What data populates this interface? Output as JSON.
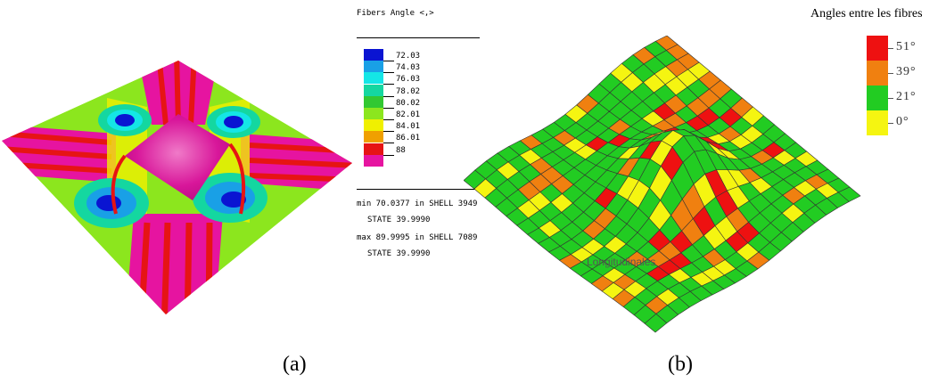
{
  "panel_a": {
    "legend_title": "Fibers Angle <,>",
    "legend": [
      {
        "value": "72.03",
        "color": "#0a14d2"
      },
      {
        "value": "74.03",
        "color": "#19a0e6"
      },
      {
        "value": "76.03",
        "color": "#14e6e6"
      },
      {
        "value": "78.02",
        "color": "#14d7a0"
      },
      {
        "value": "80.02",
        "color": "#32c832"
      },
      {
        "value": "82.01",
        "color": "#8ce61e"
      },
      {
        "value": "84.01",
        "color": "#f0f000"
      },
      {
        "value": "86.01",
        "color": "#f0a000"
      },
      {
        "value": "88",
        "color": "#e61414"
      },
      {
        "value": "",
        "color": "#e614a0"
      }
    ],
    "min_line": "min 70.0377 in SHELL 3949",
    "min_state": "STATE 39.9990",
    "max_line": "max 89.9995 in SHELL 7089",
    "max_state": "STATE 39.9990",
    "caption": "(a)"
  },
  "panel_b": {
    "legend_title": "Angles entre les fibres",
    "legend": [
      {
        "value": "51°",
        "color": "#ee1111"
      },
      {
        "value": "39°",
        "color": "#f08010"
      },
      {
        "value": "21°",
        "color": "#22cc22"
      },
      {
        "value": "0°",
        "color": "#f5f511"
      }
    ],
    "overlay_text": "Longitudinales",
    "caption": "(b)"
  }
}
